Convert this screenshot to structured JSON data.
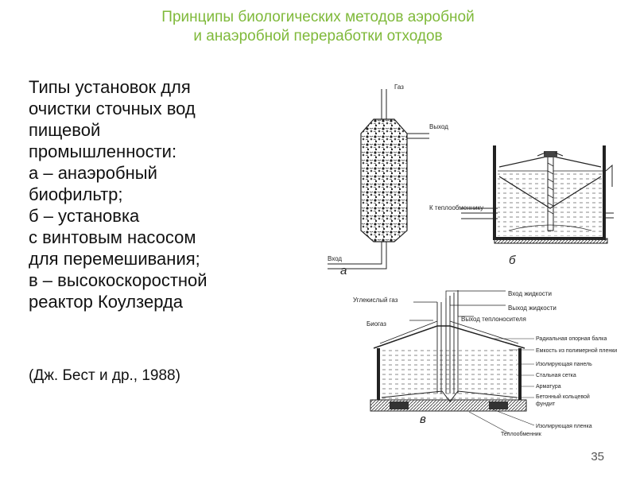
{
  "header": {
    "title_line1": "Принципы  биологических методов аэробной",
    "title_line2": "и анаэробной переработки отходов"
  },
  "body": {
    "lines": [
      "Типы установок для",
      "очистки сточных вод",
      "пищевой",
      "промышленности:",
      "а – анаэробный",
      "биофильтр;",
      "б – установка",
      "с винтовым насосом",
      "для перемешивания;",
      "в – высокоскоростной",
      "реактор Коулзерда"
    ],
    "citation": "(Дж. Бест и др., 1988)"
  },
  "diagram_a": {
    "gas": "Газ",
    "outlet": "Выход",
    "inlet": "Вход",
    "letter": "а"
  },
  "diagram_b": {
    "to_heat_exchanger": "К теплообменнику",
    "letter": "б"
  },
  "diagram_c": {
    "co2": "Углекислый газ",
    "biogas": "Биогаз",
    "liquid_in": "Вход жидкости",
    "liquid_out": "Выход жидкости",
    "coolant_out": "Выход теплоносителя",
    "radial_beam": "Радиальная опорная балка",
    "polymer_tank": "Емкость из полимерной пленки",
    "insulating_panel": "Изолирующая панель",
    "steel_mesh": "Стальная сетка",
    "rebar": "Арматура",
    "concrete_ring_1": "Бетонный кольцевой",
    "concrete_ring_2": "фундит",
    "insulating_film": "Изолирующая пленка",
    "heat_exchanger": "Теплообменник",
    "letter": "в"
  },
  "footer": {
    "page_number": "35"
  },
  "colors": {
    "title": "#7fb93a",
    "text": "#111111",
    "line": "#222222"
  }
}
